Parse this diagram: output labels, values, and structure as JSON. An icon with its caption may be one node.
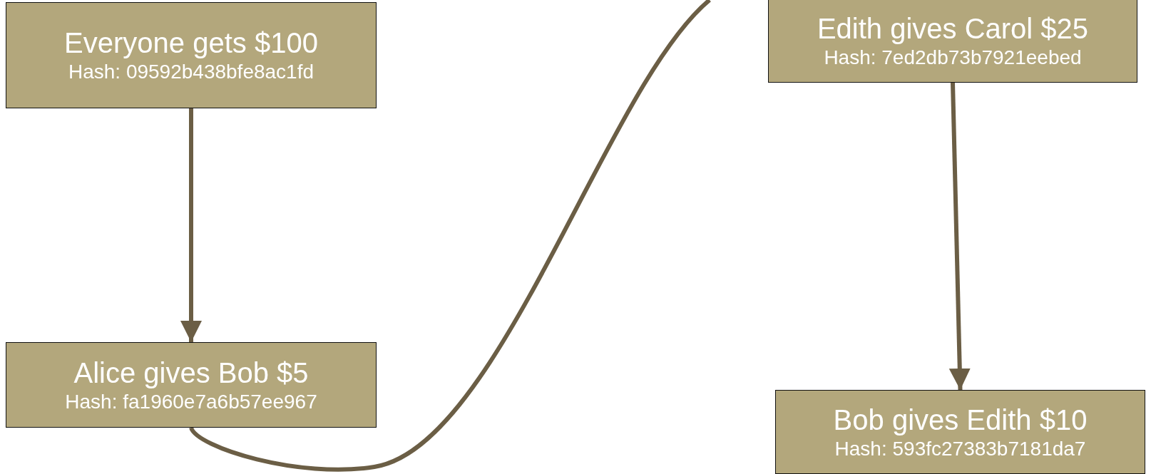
{
  "diagram": {
    "nodes": [
      {
        "text": [
          "Everyone gets $100",
          "Hash: 09592b438bfe8ac1fd"
        ]
      },
      {
        "text": [
          "Alice gives Bob $5",
          "Hash: fa1960e7a6b57ee967"
        ]
      },
      {
        "text": [
          "Edith gives Carol $25",
          "Hash: 7ed2db73b7921eebed"
        ]
      },
      {
        "text": [
          "Bob gives Edith $10",
          "Hash: 593fc27383b7181da7"
        ]
      }
    ],
    "edges": [
      {
        "from": 0,
        "to": 1,
        "arrow": "to"
      },
      {
        "from": 1,
        "to": null,
        "arrow": "none"
      },
      {
        "from": 2,
        "to": 3,
        "arrow": "to"
      }
    ]
  }
}
